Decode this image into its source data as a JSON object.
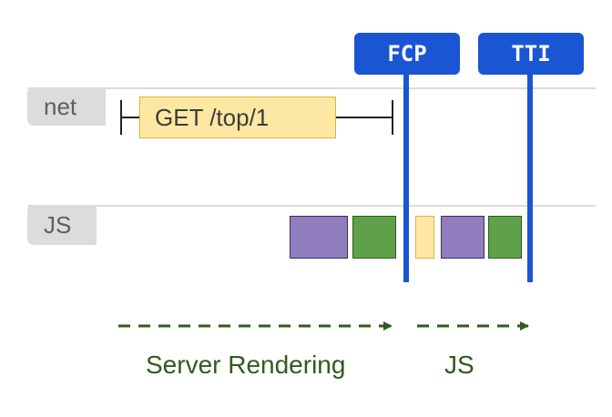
{
  "rows": [
    {
      "label": "net"
    },
    {
      "label": "JS"
    }
  ],
  "request": {
    "label": "GET /top/1"
  },
  "markers": [
    {
      "label": "FCP"
    },
    {
      "label": "TTI"
    }
  ],
  "phases": [
    {
      "label": "Server Rendering"
    },
    {
      "label": "JS"
    }
  ],
  "colors": {
    "marker": "#1a56d3",
    "phase": "#2f5b1d",
    "js_purple": "#8f7dbd",
    "js_green": "#5fa149",
    "request": "#fde8a3"
  }
}
